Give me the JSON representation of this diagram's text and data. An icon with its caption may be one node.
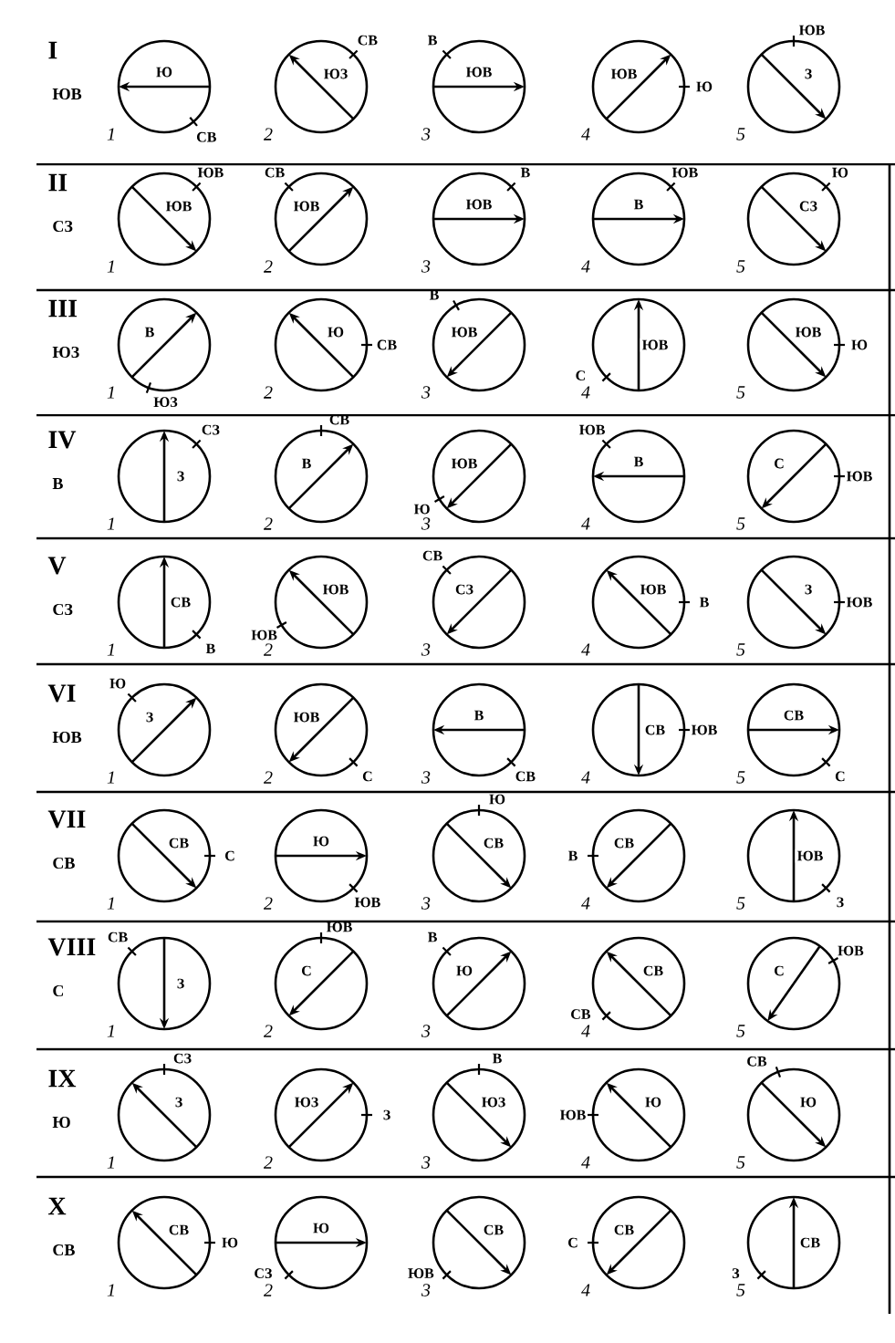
{
  "diagram": {
    "nodes": [
      {
        "text": [
          "Ю"
        ],
        "beside": [
          "СВ",
          "1"
        ]
      },
      {
        "text": [
          "ЮЗ"
        ],
        "beside": [
          "СВ",
          "2"
        ]
      },
      {
        "text": [
          "ЮВ"
        ],
        "beside": [
          "В",
          "3"
        ]
      },
      {
        "text": [
          "ЮВ"
        ],
        "beside": [
          "Ю",
          "4"
        ]
      },
      {
        "text": [
          "З"
        ],
        "beside": [
          "ЮВ",
          "5"
        ]
      },
      {
        "text": [
          "ЮВ"
        ],
        "beside": [
          "ЮВ",
          "1"
        ]
      },
      {
        "text": [
          "ЮВ"
        ],
        "beside": [
          "СВ",
          "2"
        ]
      },
      {
        "text": [
          "ЮВ"
        ],
        "beside": [
          "В",
          "3"
        ]
      },
      {
        "text": [
          "В"
        ],
        "beside": [
          "ЮВ",
          "4"
        ]
      },
      {
        "text": [
          "СЗ"
        ],
        "beside": [
          "Ю",
          "5"
        ]
      },
      {
        "text": [
          "В"
        ],
        "beside": [
          "ЮЗ",
          "1"
        ]
      },
      {
        "text": [
          "Ю"
        ],
        "beside": [
          "СВ",
          "2"
        ]
      },
      {
        "text": [
          "ЮВ"
        ],
        "beside": [
          "В",
          "3"
        ]
      },
      {
        "text": [
          "ЮВ"
        ],
        "beside": [
          "С",
          "4"
        ]
      },
      {
        "text": [
          "ЮВ"
        ],
        "beside": [
          "Ю",
          "5"
        ]
      },
      {
        "text": [
          "З"
        ],
        "beside": [
          "СЗ",
          "1"
        ]
      },
      {
        "text": [
          "В"
        ],
        "beside": [
          "СВ",
          "2"
        ]
      },
      {
        "text": [
          "ЮВ"
        ],
        "beside": [
          "Ю",
          "3"
        ]
      },
      {
        "text": [
          "В"
        ],
        "beside": [
          "ЮВ",
          "4"
        ]
      },
      {
        "text": [
          "С"
        ],
        "beside": [
          "ЮВ",
          "5"
        ]
      },
      {
        "text": [
          "СВ"
        ],
        "beside": [
          "В",
          "1"
        ]
      },
      {
        "text": [
          "ЮВ"
        ],
        "beside": [
          "ЮВ",
          "2"
        ]
      },
      {
        "text": [
          "СЗ"
        ],
        "beside": [
          "СВ",
          "3"
        ]
      },
      {
        "text": [
          "ЮВ"
        ],
        "beside": [
          "В",
          "4"
        ]
      },
      {
        "text": [
          "З"
        ],
        "beside": [
          "ЮВ",
          "5"
        ]
      },
      {
        "text": [
          "З"
        ],
        "beside": [
          "Ю",
          "1"
        ]
      },
      {
        "text": [
          "ЮВ"
        ],
        "beside": [
          "С",
          "2"
        ]
      },
      {
        "text": [
          "В"
        ],
        "beside": [
          "СВ",
          "3"
        ]
      },
      {
        "text": [
          "СВ"
        ],
        "beside": [
          "ЮВ",
          "4"
        ]
      },
      {
        "text": [
          "СВ"
        ],
        "beside": [
          "С",
          "5"
        ]
      },
      {
        "text": [
          "СВ"
        ],
        "beside": [
          "С",
          "1"
        ]
      },
      {
        "text": [
          "Ю"
        ],
        "beside": [
          "ЮВ",
          "2"
        ]
      },
      {
        "text": [
          "СВ"
        ],
        "beside": [
          "Ю",
          "3"
        ]
      },
      {
        "text": [
          "СВ"
        ],
        "beside": [
          "В",
          "4"
        ]
      },
      {
        "text": [
          "ЮВ"
        ],
        "beside": [
          "З",
          "5"
        ]
      },
      {
        "text": [
          "З"
        ],
        "beside": [
          "СВ",
          "1"
        ]
      },
      {
        "text": [
          "С"
        ],
        "beside": [
          "ЮВ",
          "2"
        ]
      },
      {
        "text": [
          "Ю"
        ],
        "beside": [
          "В",
          "3"
        ]
      },
      {
        "text": [
          "СВ"
        ],
        "beside": [
          "СВ",
          "4"
        ]
      },
      {
        "text": [
          "С"
        ],
        "beside": [
          "ЮВ",
          "5"
        ]
      },
      {
        "text": [
          "З"
        ],
        "beside": [
          "СЗ",
          "1"
        ]
      },
      {
        "text": [
          "ЮЗ"
        ],
        "beside": [
          "З",
          "2"
        ]
      },
      {
        "text": [
          "ЮЗ"
        ],
        "beside": [
          "В",
          "3"
        ]
      },
      {
        "text": [
          "Ю"
        ],
        "beside": [
          "ЮВ",
          "4"
        ]
      },
      {
        "text": [
          "Ю"
        ],
        "beside": [
          "СВ",
          "5"
        ]
      },
      {
        "text": [
          "СВ"
        ],
        "beside": [
          "Ю",
          "1"
        ]
      },
      {
        "text": [
          "Ю"
        ],
        "beside": [
          "СЗ",
          "2"
        ]
      },
      {
        "text": [
          "СВ"
        ],
        "beside": [
          "ЮВ",
          "3"
        ]
      },
      {
        "text": [
          "СВ"
        ],
        "beside": [
          "С",
          "4"
        ]
      },
      {
        "text": [
          "СВ"
        ],
        "beside": [
          "З",
          "5"
        ]
      }
    ],
    "labels": [
      "I",
      "ЮВ",
      "II",
      "СЗ",
      "III",
      "ЮЗ",
      "IV",
      "В",
      "V",
      "СЗ",
      "VI",
      "ЮВ",
      "VII",
      "СВ",
      "VIII",
      "С",
      "IX",
      "Ю",
      "X",
      "СВ"
    ]
  }
}
